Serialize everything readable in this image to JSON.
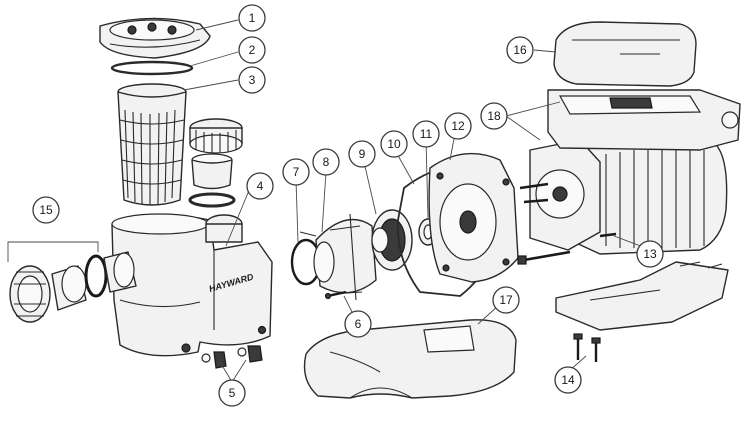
{
  "diagram": {
    "brand_text": "HAYWARD",
    "callouts": [
      {
        "id": "1",
        "label": "1"
      },
      {
        "id": "2",
        "label": "2"
      },
      {
        "id": "3",
        "label": "3"
      },
      {
        "id": "4",
        "label": "4"
      },
      {
        "id": "5",
        "label": "5"
      },
      {
        "id": "6",
        "label": "6"
      },
      {
        "id": "7",
        "label": "7"
      },
      {
        "id": "8",
        "label": "8"
      },
      {
        "id": "9",
        "label": "9"
      },
      {
        "id": "10",
        "label": "10"
      },
      {
        "id": "11",
        "label": "11"
      },
      {
        "id": "12",
        "label": "12"
      },
      {
        "id": "13",
        "label": "13"
      },
      {
        "id": "14",
        "label": "14"
      },
      {
        "id": "15",
        "label": "15"
      },
      {
        "id": "16",
        "label": "16"
      },
      {
        "id": "17",
        "label": "17"
      },
      {
        "id": "18",
        "label": "18"
      }
    ]
  }
}
